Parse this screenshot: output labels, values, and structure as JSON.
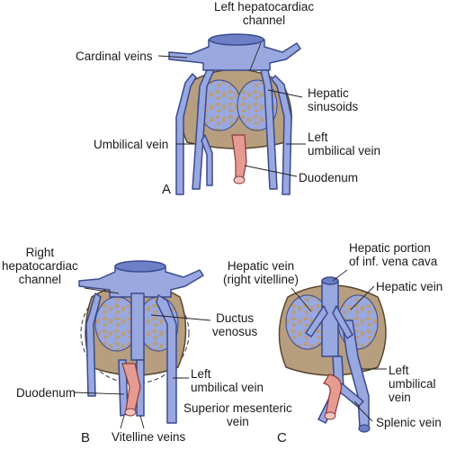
{
  "panels": {
    "a": {
      "letter": "A",
      "left_hepatocardiac_channel": [
        "Left hepatocardiac",
        "channel"
      ],
      "cardinal_veins": "Cardinal veins",
      "hepatic_sinusoids": [
        "Hepatic",
        "sinusoids"
      ],
      "umbilical_vein": "Umbilical vein",
      "left_umbilical_vein": [
        "Left",
        "umbilical vein"
      ],
      "duodenum": "Duodenum"
    },
    "b": {
      "letter": "B",
      "right_hepatocardiac_channel": [
        "Right",
        "hepatocardiac",
        "channel"
      ],
      "ductus_venosus": [
        "Ductus",
        "venosus"
      ],
      "left_umbilical_vein": [
        "Left",
        "umbilical vein"
      ],
      "duodenum": "Duodenum",
      "vitelline_veins": "Vitelline veins"
    },
    "c": {
      "letter": "C",
      "hepatic_portion_ivc": [
        "Hepatic portion",
        "of inf. vena cava"
      ],
      "hepatic_vein_right_vitelline": [
        "Hepatic vein",
        "(right vitelline)"
      ],
      "hepatic_vein": "Hepatic vein",
      "left_umbilical_vein": [
        "Left",
        "umbilical",
        "vein"
      ],
      "superior_mesenteric_vein": [
        "Superior mesenteric",
        "vein"
      ],
      "splenic_vein": "Splenic vein"
    }
  },
  "colors": {
    "vein_fill": "#9aa8e0",
    "vein_stroke": "#3a4a8e",
    "liver_fill": "#b79e7e",
    "liver_stroke": "#5a4630",
    "duodenum_fill": "#e59a92",
    "duodenum_stroke": "#8a3a34",
    "leader": "#222222"
  }
}
